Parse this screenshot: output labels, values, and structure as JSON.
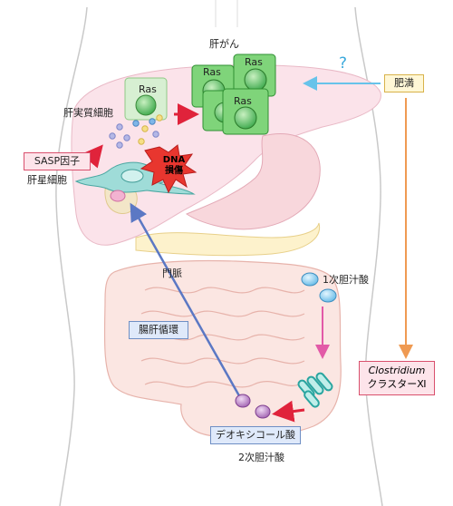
{
  "labels": {
    "liver_cancer": "肝がん",
    "hepatocyte": "肝実質細胞",
    "stellate_cell": "肝星細胞",
    "portal_vein": "門脈",
    "primary_bile_acid": "1次胆汁酸",
    "secondary_bile_acid": "2次胆汁酸",
    "question_mark": "?",
    "ras_normal": "Ras",
    "ras_cancer_1": "Ras",
    "ras_cancer_2": "Ras",
    "ras_cancer_3": "Ras"
  },
  "boxes": {
    "sasp_factor": "SASP因子",
    "obesity": "肥満",
    "enterohepatic": "腸肝循環",
    "deoxycholic_acid": "デオキシコール酸",
    "clostridium_italic": "Clostridium",
    "clostridium_cluster": "クラスターⅪ"
  },
  "burst": {
    "line1": "DNA",
    "line2": "損傷"
  },
  "colors": {
    "body_outline": "#c9c9c9",
    "liver_fill": "#fbe3ea",
    "intestine_fill": "#fbe6e2",
    "stomach_fill": "#f8d7dc",
    "pancreas_fill": "#fdf2cc",
    "cell_green": "#5fbf5f",
    "arrow_red": "#e0233b",
    "arrow_blue": "#5b78c4",
    "arrow_cyan": "#67c3ea",
    "arrow_orange": "#ef9a52",
    "arrow_pink": "#e25aa7",
    "burst_red": "#e8362f"
  }
}
